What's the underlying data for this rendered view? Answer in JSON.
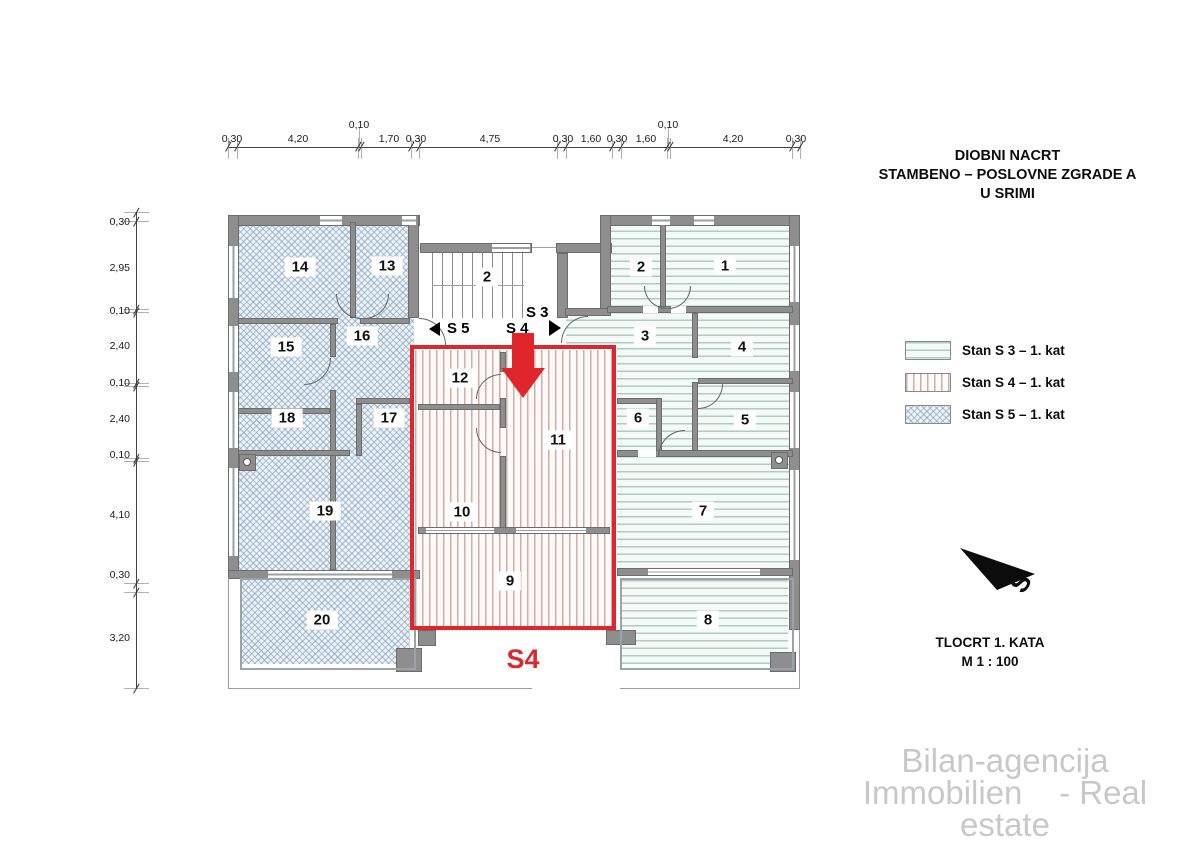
{
  "title": {
    "line1": "DIOBNI NACRT",
    "line2": "STAMBENO – POSLOVNE ZGRADE A",
    "line3": "U SRIMI"
  },
  "legend": [
    {
      "key": "s3",
      "label": "Stan S 3 – 1. kat"
    },
    {
      "key": "s4",
      "label": "Stan S 4 – 1. kat"
    },
    {
      "key": "s5",
      "label": "Stan S 5 – 1. kat"
    }
  ],
  "caption": {
    "line1": "TLOCRT 1. KATA",
    "line2": "M 1 : 100"
  },
  "north_label": "S",
  "watermark": {
    "line1": "Bilan-agencija",
    "line2": "Immobilien    - Real estate"
  },
  "nav": {
    "s5": "S 5",
    "s3": "S 3",
    "s4": "S 4"
  },
  "highlight_label": "S4",
  "stair_room": "2",
  "rooms": {
    "s5": [
      "14",
      "13",
      "15",
      "16",
      "18",
      "17",
      "19",
      "20"
    ],
    "s4": [
      "12",
      "10",
      "11",
      "9"
    ],
    "s3": [
      "2",
      "1",
      "3",
      "4",
      "6",
      "5",
      "7",
      "8"
    ]
  },
  "dimensions": {
    "top": [
      "0,30",
      "4,20",
      "0,10",
      "1,70",
      "0,30",
      "4,75",
      "0,30",
      "1,60",
      "0,30",
      "1,60",
      "0,10",
      "4,20",
      "0,30"
    ],
    "left": [
      "0,30",
      "2,95",
      "0,10",
      "2,40",
      "0,10",
      "2,40",
      "0,10",
      "4,10",
      "0,30",
      "3,20"
    ]
  },
  "colors": {
    "accent_red": "#e0252b",
    "wall_gray": "#8e8e8e",
    "s3_hatch": "#9cc7b5",
    "s4_hatch": "#bf8b7c",
    "s5_hatch": "#a9bed2",
    "watermark_gray": "#c8c8c8"
  }
}
